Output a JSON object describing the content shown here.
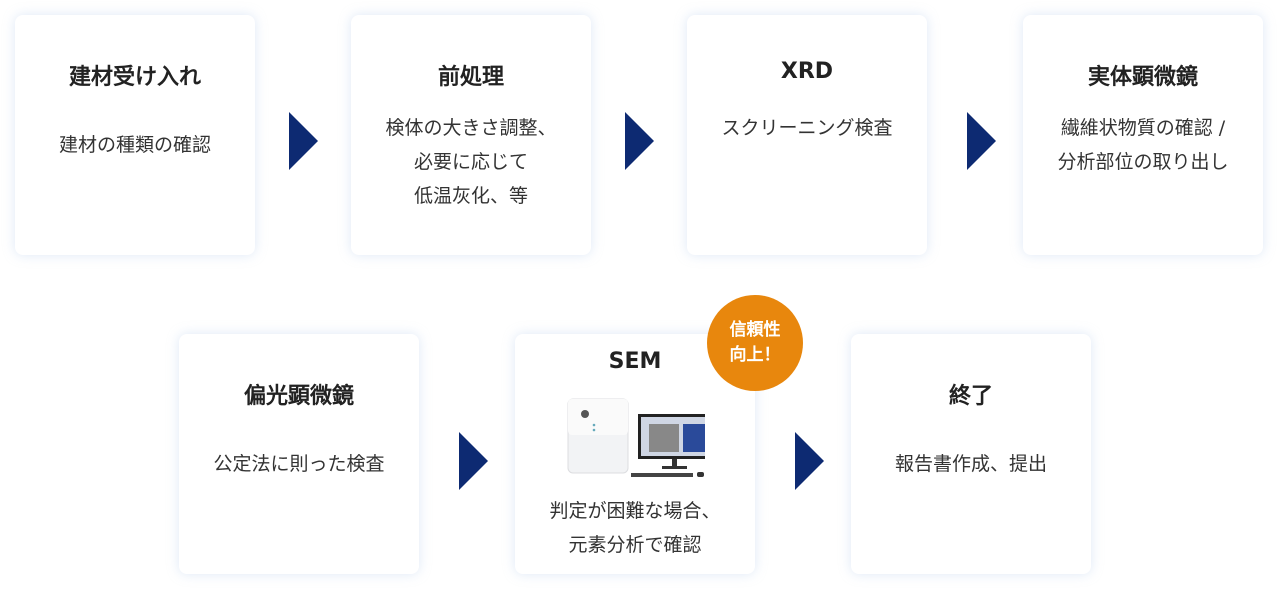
{
  "steps": [
    {
      "title": "建材受け入れ",
      "body": [
        "建材の種類の確認"
      ]
    },
    {
      "title": "前処理",
      "body": [
        "検体の大きさ調整、",
        "必要に応じて",
        "低温灰化、等"
      ]
    },
    {
      "title": "XRD",
      "body": [
        "スクリーニング検査"
      ]
    },
    {
      "title": "実体顕微鏡",
      "body": [
        "繊維状物質の確認 /",
        "分析部位の取り出し"
      ]
    },
    {
      "title": "偏光顕微鏡",
      "body": [
        "公定法に則った検査"
      ]
    },
    {
      "title": "SEM",
      "body": [
        "判定が困難な場合、",
        "元素分析で確認"
      ]
    },
    {
      "title": "終了",
      "body": [
        "報告書作成、提出"
      ]
    }
  ],
  "badge": [
    "信頼性",
    "向上！"
  ],
  "colors": {
    "arrow": "#0d2a72",
    "badge": "#e8870d"
  }
}
